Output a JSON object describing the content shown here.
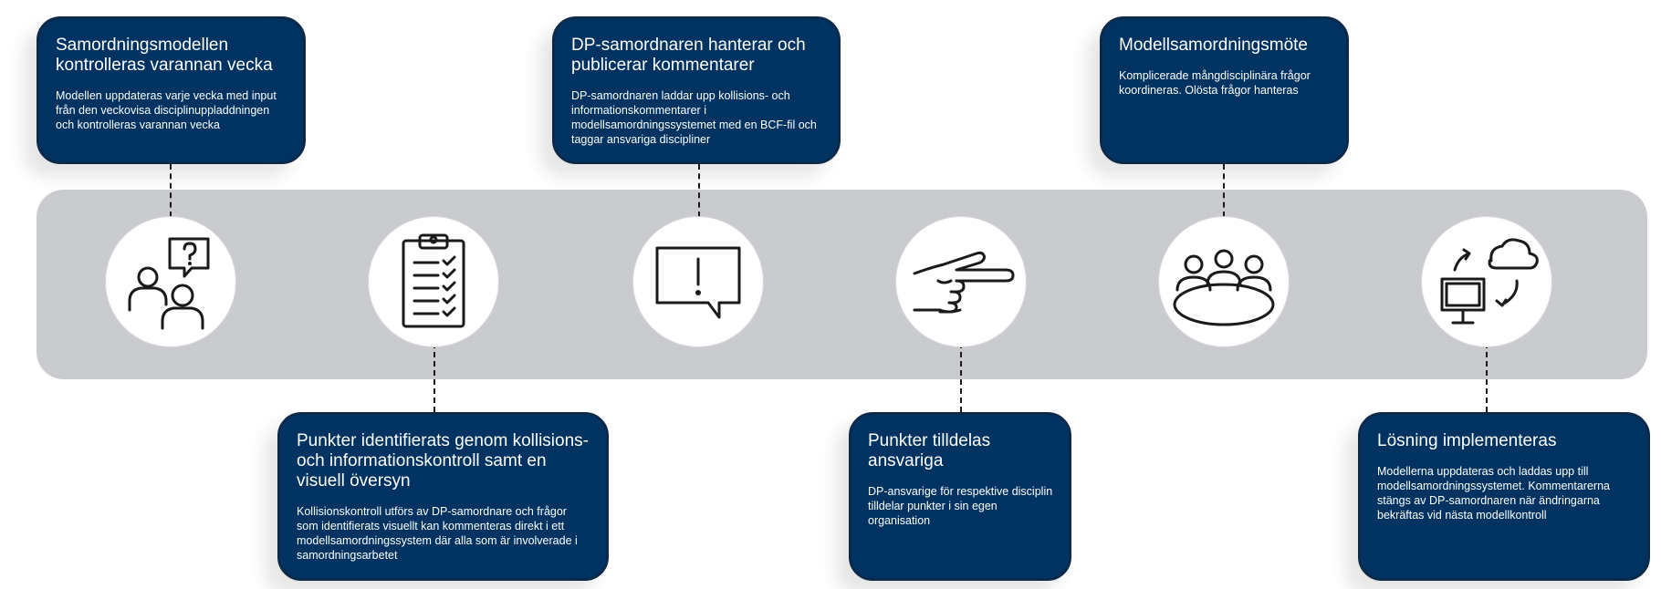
{
  "steps": [
    {
      "title": "Samordningsmodellen kontrolleras varannan vecka",
      "body": "Modellen uppdateras varje vecka med input från den veckovisa disciplinuppladdningen och kontrolleras varannan vecka",
      "icon": "people-question-icon"
    },
    {
      "title": "Punkter identifierats genom kollisions- och informationskontroll samt en visuell översyn",
      "body": "Kollisionskontroll utförs av DP-samordnare och frågor som identifierats visuellt kan kommenteras direkt i ett modellsamordningssystem där alla som är involverade i samordningsarbetet",
      "icon": "clipboard-checklist-icon"
    },
    {
      "title": "DP-samordnaren hanterar och publicerar kommentarer",
      "body": "DP-samordnaren laddar upp kollisions- och informationskommentarer i modellsamordningssystemet med en BCF-fil och taggar ansvariga discipliner",
      "icon": "exclamation-speech-bubble-icon"
    },
    {
      "title": "Punkter tilldelas ansvariga",
      "body": "DP-ansvarige för respektive disciplin tilldelar punkter i sin egen organisation",
      "icon": "pointing-hand-icon"
    },
    {
      "title": "Modellsamordningsmöte",
      "body": "Komplicerade mångdisciplinära frågor koordineras. Olösta frågor hanteras",
      "icon": "meeting-table-icon"
    },
    {
      "title": "Lösning implementeras",
      "body": "Modellerna uppdateras och laddas upp till modellsamordningssystemet. Kommentarerna stängs av DP-samordnaren när ändringarna bekräftas vid nästa modellkontroll",
      "icon": "computer-cloud-sync-icon"
    }
  ],
  "colors": {
    "card": "#003361",
    "band": "#c9cbcf",
    "text": "#ffffff"
  }
}
